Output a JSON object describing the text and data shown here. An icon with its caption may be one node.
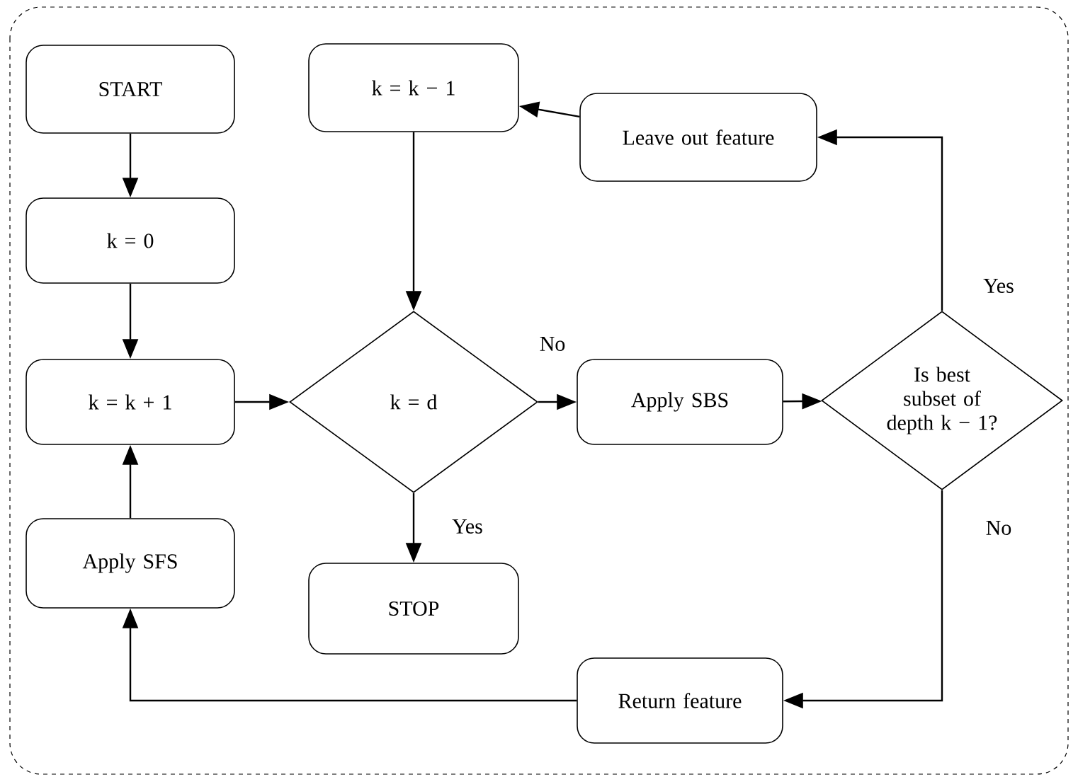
{
  "diagram": {
    "nodes": [
      {
        "text": [
          "START"
        ]
      },
      {
        "text": [
          "k = 0"
        ]
      },
      {
        "text": [
          "k = k + 1"
        ]
      },
      {
        "text": [
          "Apply SFS"
        ]
      },
      {
        "text": [
          "k = d"
        ]
      },
      {
        "text": [
          "STOP"
        ]
      },
      {
        "text": [
          "k = k − 1"
        ]
      },
      {
        "text": [
          "Leave out feature"
        ]
      },
      {
        "text": [
          "Apply SBS"
        ]
      },
      {
        "text": [
          "Is best subset of depth k − 1?"
        ]
      },
      {
        "text": [
          "Return feature"
        ]
      }
    ],
    "edges": [
      {
        "from": 0,
        "to": 1,
        "arrow": "to"
      },
      {
        "from": 1,
        "to": 2,
        "arrow": "to"
      },
      {
        "from": 2,
        "to": 4,
        "arrow": "to"
      },
      {
        "from": 4,
        "to": 8,
        "arrow": "to",
        "label": "No"
      },
      {
        "from": 4,
        "to": 5,
        "arrow": "to",
        "label": "Yes"
      },
      {
        "from": 8,
        "to": 9,
        "arrow": "to"
      },
      {
        "from": 9,
        "to": 7,
        "arrow": "to",
        "label": "Yes"
      },
      {
        "from": 7,
        "to": 6,
        "arrow": "to"
      },
      {
        "from": 6,
        "to": 4,
        "arrow": "to"
      },
      {
        "from": 9,
        "to": 10,
        "arrow": "to",
        "label": "No"
      },
      {
        "from": 10,
        "to": 3,
        "arrow": "to"
      },
      {
        "from": 3,
        "to": 2,
        "arrow": "to"
      }
    ]
  }
}
